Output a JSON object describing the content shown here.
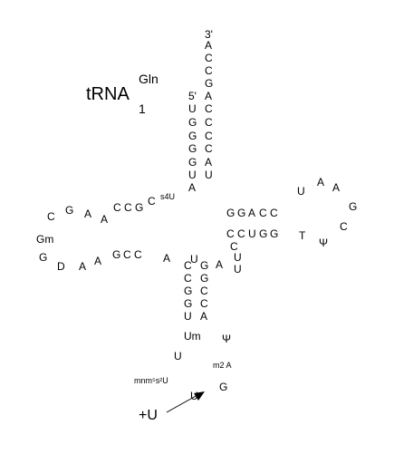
{
  "title": {
    "base": "tRNA",
    "superscript": "Gln",
    "subscript": "1"
  },
  "acceptor_stem": {
    "three_prime_label": "3'",
    "five_prime_label": "5'",
    "tail": [
      "A",
      "C",
      "C"
    ],
    "left_strand": [
      "U",
      "G",
      "G",
      "G",
      "G",
      "U",
      "A"
    ],
    "right_strand": [
      "G",
      "A",
      "C",
      "C",
      "C",
      "C",
      "A",
      "U"
    ]
  },
  "d_arm": {
    "upper_strand": [
      "C",
      "G",
      "A",
      "A",
      "C",
      "C",
      "G",
      "C"
    ],
    "s4U_label": "s4U",
    "loop_gm": "Gm",
    "loop_g": "G",
    "loop_d": "D",
    "lower_strand": [
      "A",
      "A",
      "G",
      "C",
      "C",
      "A"
    ]
  },
  "t_arm": {
    "upper_strand": [
      "G",
      "G",
      "A",
      "C",
      "C"
    ],
    "lower_strand": [
      "C",
      "C",
      "U",
      "G",
      "G"
    ],
    "loop": [
      "U",
      "A",
      "A",
      "G",
      "C",
      "Ψ",
      "T"
    ],
    "variable": [
      "C",
      "A",
      "U",
      "U",
      "U"
    ]
  },
  "anticodon_arm": {
    "top_pair": [
      "C",
      "G"
    ],
    "left_strand": [
      "C",
      "G",
      "G",
      "U"
    ],
    "right_strand": [
      "G",
      "C",
      "C",
      "A"
    ],
    "loop_um": "Um",
    "loop_u": "U",
    "loop_psi": "Ψ",
    "loop_m2a": "m2 A",
    "loop_mnm": "mnm⁵s²U",
    "loop_u2": "U",
    "loop_g": "G"
  },
  "modification_label": "+U"
}
